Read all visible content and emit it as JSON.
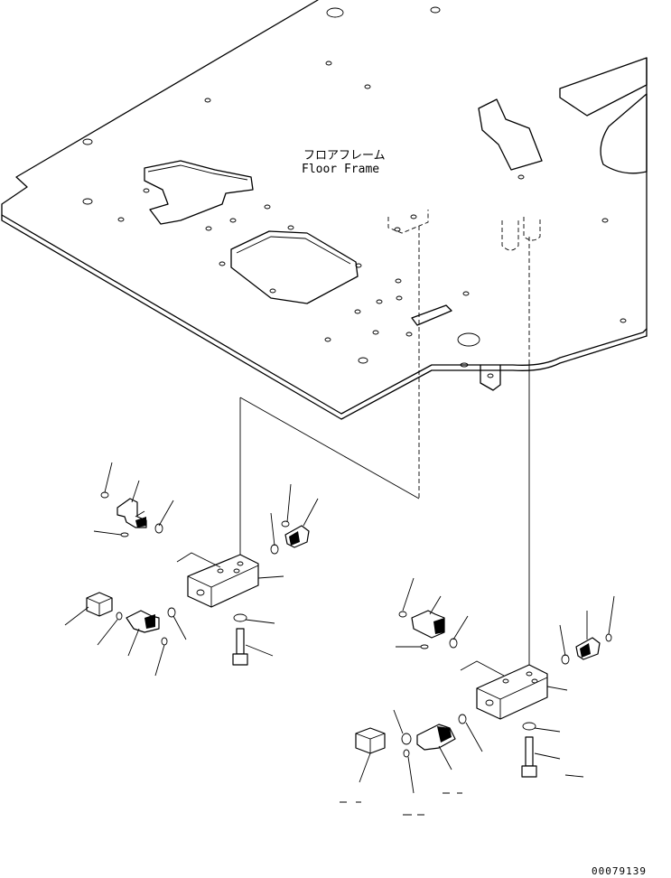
{
  "labels": {
    "floor_frame_jp": "フロアフレーム",
    "floor_frame_en": "Floor Frame"
  },
  "drawing_number": "00079139"
}
